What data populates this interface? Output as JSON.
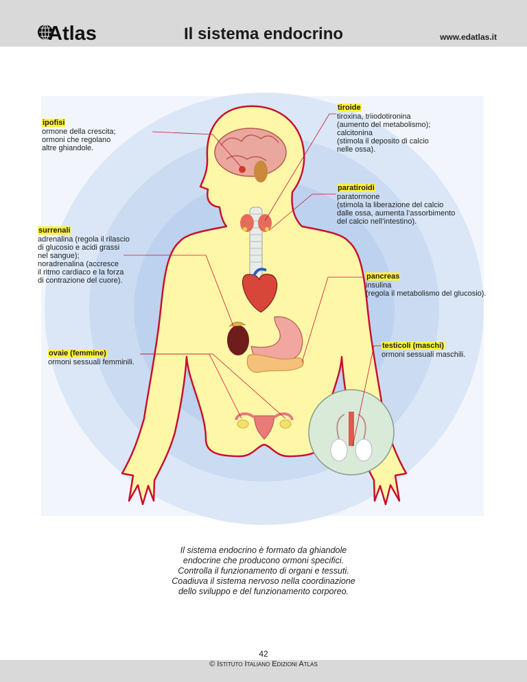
{
  "header": {
    "logo_text": "Atlas",
    "title": "Il sistema endocrino",
    "website": "www.edatlas.it"
  },
  "labels": {
    "ipofisi": {
      "name": "ipofisi",
      "text": "ormone della crescita;\normoni che regolano\naltre ghiandole."
    },
    "tiroide": {
      "name": "tiroide",
      "text": "tiroxina, triiodotironina\n(aumento del metabolismo);\ncalcitonina\n(stimola il deposito di calcio\nnelle ossa)."
    },
    "paratiroidi": {
      "name": "paratiroidi",
      "text": "paratormone\n(stimola la liberazione del calcio\ndalle ossa, aumenta l’assorbimento\ndel calcio nell’intestino)."
    },
    "surrenali": {
      "name": "surrenali",
      "text": "adrenalina (regola il rilascio\ndi glucosio e acidi grassi\nnel sangue);\nnoradrenalina (accresce\nil ritmo cardiaco e la forza\ndi contrazione del cuore)."
    },
    "pancreas": {
      "name": "pancreas",
      "text": "insulina\n(regola il metabolismo del glucosio)."
    },
    "ovaie": {
      "name": "ovaie (femmine)",
      "text": "ormoni sessuali femminili."
    },
    "testicoli": {
      "name": "testicoli (maschi)",
      "text": "ormoni sessuali maschili."
    }
  },
  "caption": "Il sistema endocrino è formato da ghiandole\nendocrine che producono ormoni specifici.\nControlla il funzionamento di organi e tessuti.\nCoadiuva il sistema nervoso nella coordinazione\ndello sviluppo e del funzionamento corporeo.",
  "footer": {
    "page_number": "42",
    "copyright_symbol": "©",
    "publisher": "Istituto Italiano Edizioni Atlas"
  },
  "colors": {
    "header_band": "#d9d9d9",
    "body_fill": "#fff7a8",
    "body_outline": "#c8102e",
    "label_highlight": "#fff23b",
    "halo": "#bcd2ef"
  }
}
